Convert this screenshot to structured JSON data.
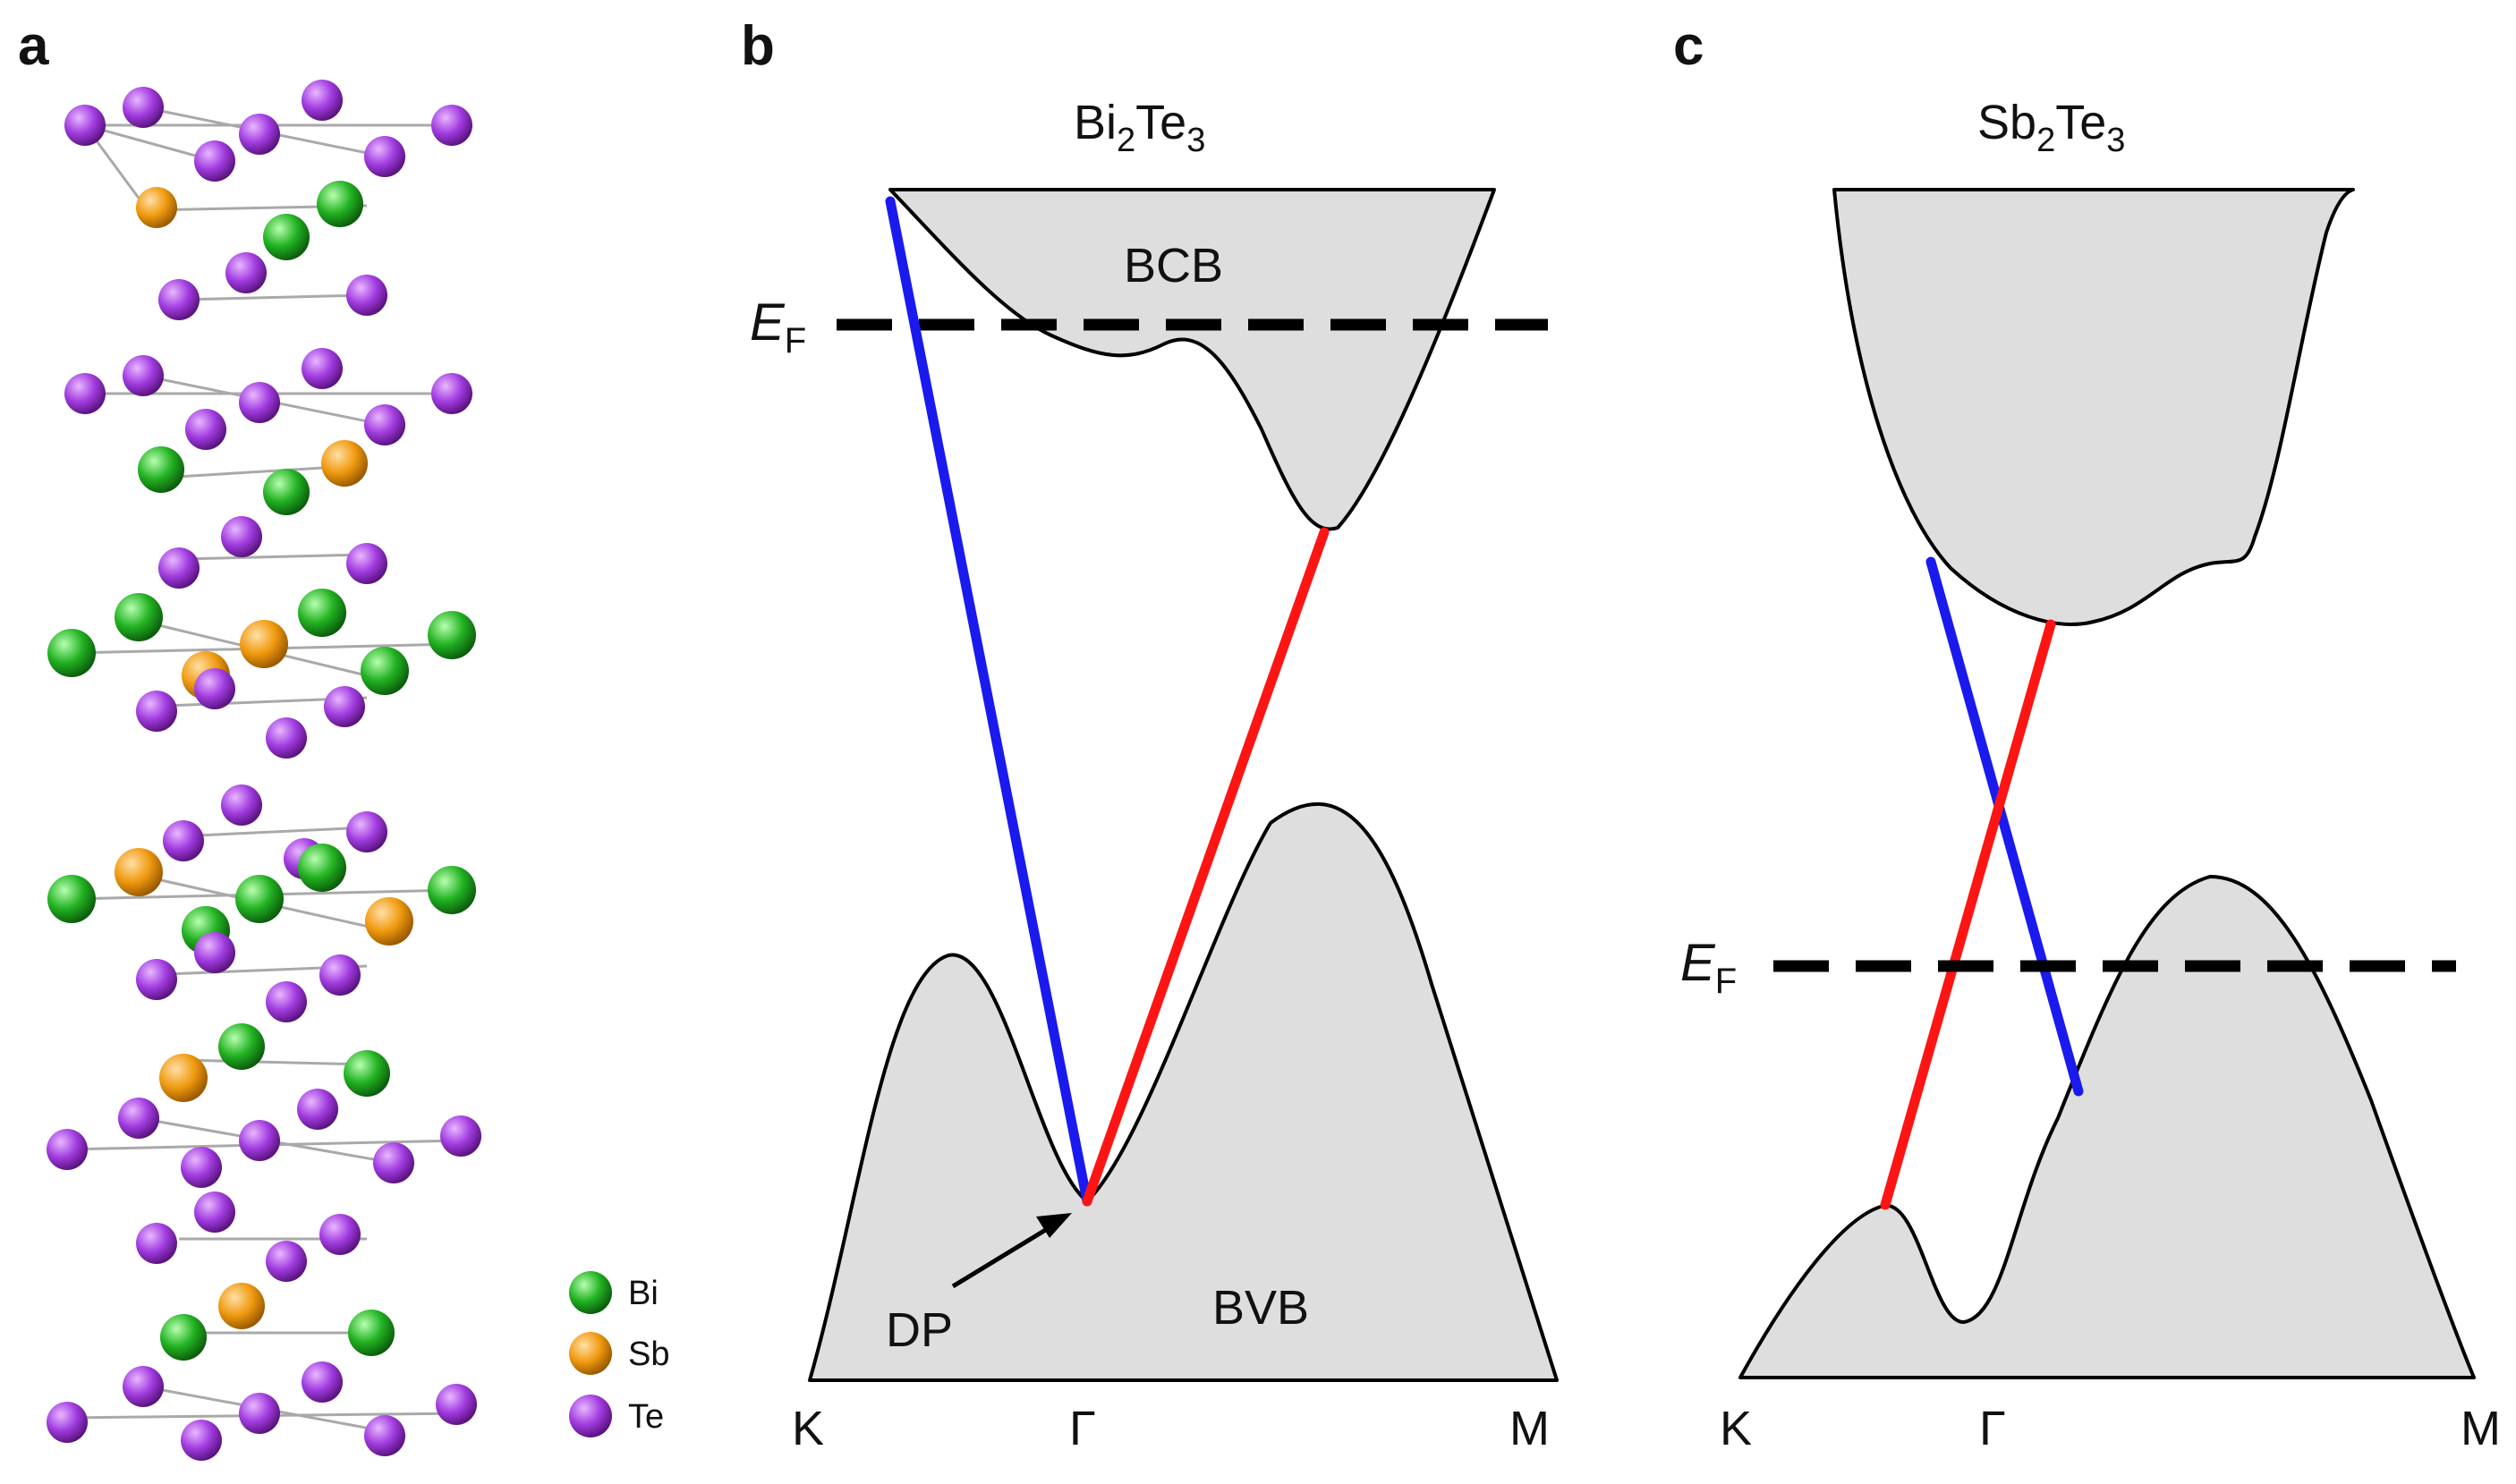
{
  "panels": {
    "a": {
      "letter": "a"
    },
    "b": {
      "letter": "b",
      "title_base1": "Bi",
      "title_sub1": "2",
      "title_base2": "Te",
      "title_sub2": "3",
      "bcb": "BCB",
      "bvb": "BVB",
      "dp": "DP",
      "ef_main": "E",
      "ef_sub": "F",
      "axis": {
        "k": "K",
        "gamma": "Γ",
        "m": "M"
      }
    },
    "c": {
      "letter": "c",
      "title_base1": "Sb",
      "title_sub1": "2",
      "title_base2": "Te",
      "title_sub2": "3",
      "ef_main": "E",
      "ef_sub": "F",
      "axis": {
        "k": "K",
        "gamma": "Γ",
        "m": "M"
      }
    }
  },
  "legend": [
    {
      "label": "Bi",
      "color": "#22b222"
    },
    {
      "label": "Sb",
      "color": "#f09a10"
    },
    {
      "label": "Te",
      "color": "#a13ce0"
    }
  ],
  "colors": {
    "spin_up_band": "#ff1414",
    "spin_down_band": "#1a1aee",
    "band_fill": "#dedede"
  }
}
